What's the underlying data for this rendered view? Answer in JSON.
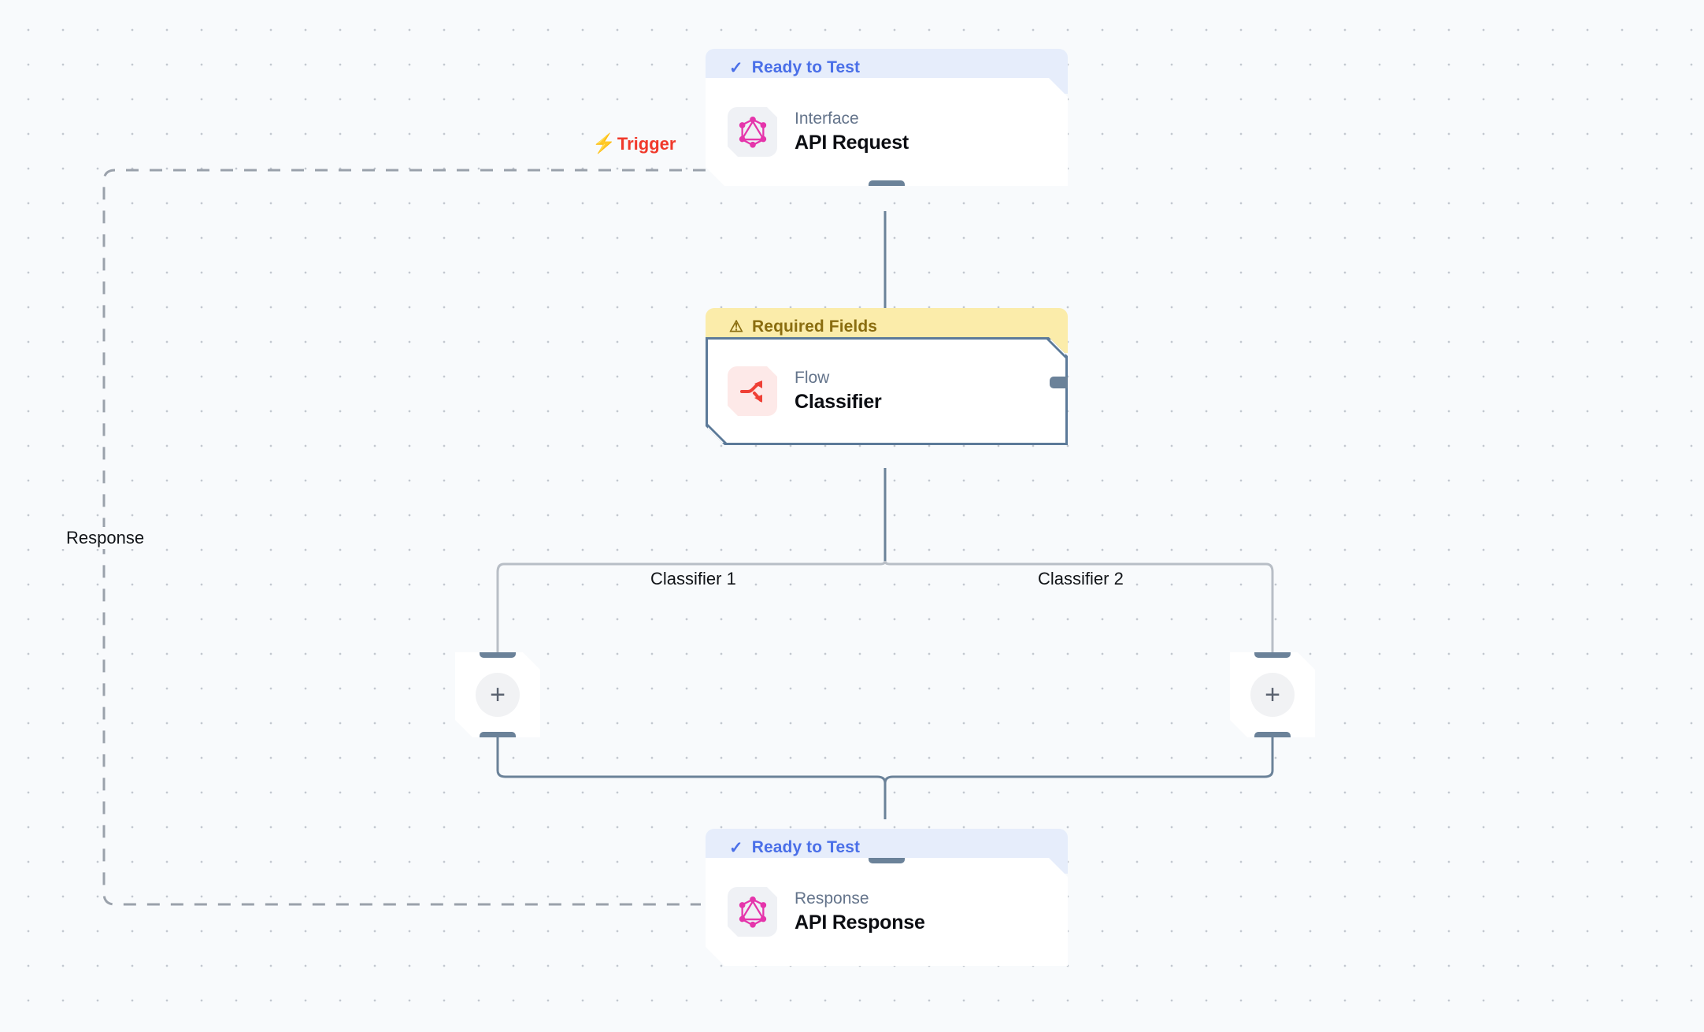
{
  "canvas": {
    "background_color": "#F8FAFC",
    "grid": "dot-grid"
  },
  "labels": {
    "trigger": "Trigger",
    "trigger_icon": "lightning-bolt-icon",
    "trigger_color": "#F0392B",
    "response": "Response",
    "branch_1": "Classifier 1",
    "branch_2": "Classifier 2"
  },
  "nodes": [
    {
      "id": "api-request",
      "status": "Ready to Test",
      "status_type": "ready",
      "status_icon": "check-icon",
      "status_color": "#4A6FE8",
      "status_bg": "#E6EDFB",
      "kind": "Interface",
      "title": "API Request",
      "icon": "graphql-icon",
      "selected": false
    },
    {
      "id": "classifier",
      "status": "Required Fields",
      "status_type": "warn",
      "status_icon": "warning-triangle-icon",
      "status_color": "#8A6D10",
      "status_bg": "#FBECAA",
      "kind": "Flow",
      "title": "Classifier",
      "icon": "flow-split-icon",
      "selected": true
    },
    {
      "id": "api-response",
      "status": "Ready to Test",
      "status_type": "ready",
      "status_icon": "check-icon",
      "status_color": "#4A6FE8",
      "status_bg": "#E6EDFB",
      "kind": "Response",
      "title": "API Response",
      "icon": "graphql-icon",
      "selected": false
    }
  ],
  "placeholders": [
    {
      "id": "add-branch-1",
      "icon": "plus-icon",
      "symbol": "+"
    },
    {
      "id": "add-branch-2",
      "icon": "plus-icon",
      "symbol": "+"
    }
  ],
  "edges": {
    "solid_color": "#6B8299",
    "branch_color": "#B8BEC6",
    "dashed_color": "#9AA1AB"
  }
}
